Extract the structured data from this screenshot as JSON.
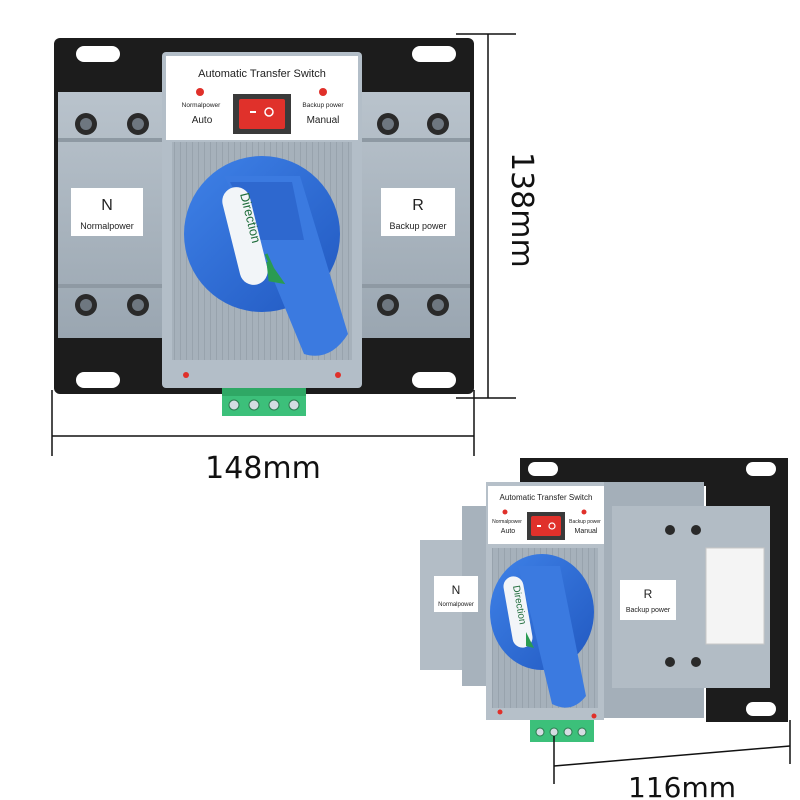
{
  "front_view": {
    "title": "Automatic Transfer Switch",
    "left_indicator_label": "Normalpower",
    "right_indicator_label": "Backup power",
    "mode_left": "Auto",
    "mode_right": "Manual",
    "left_tag_letter": "N",
    "left_tag_text": "Normalpower",
    "right_tag_letter": "R",
    "right_tag_text": "Backup power",
    "handle_text": "Direction",
    "width_dimension": "148mm",
    "height_dimension": "138mm"
  },
  "side_view": {
    "title": "Automatic Transfer Switch",
    "left_indicator_label": "Normalpower",
    "right_indicator_label": "Backup power",
    "mode_left": "Auto",
    "mode_right": "Manual",
    "left_tag_letter": "N",
    "left_tag_text": "Normalpower",
    "right_tag_letter": "R",
    "right_tag_text": "Backup power",
    "handle_text": "Direction",
    "depth_dimension": "116mm"
  },
  "colors": {
    "body_gray": "#a9b4be",
    "bracket_black": "#1b1b1b",
    "handle_blue": "#2f6fd6",
    "rocker_red": "#e0312b",
    "terminal_green": "#3cc07a",
    "indicator_red": "#e0302a"
  }
}
